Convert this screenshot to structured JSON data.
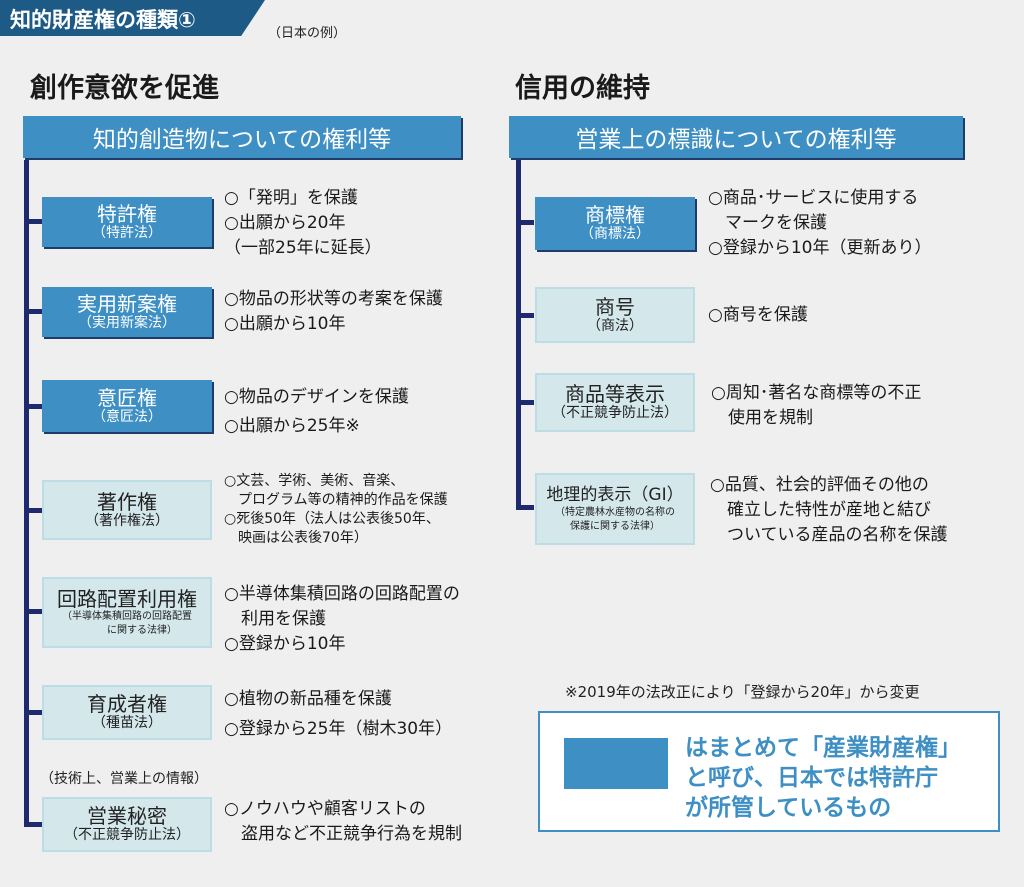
{
  "header": {
    "title": "知的財産権の種類①",
    "subtitle": "（日本の例）"
  },
  "left": {
    "section_title": "創作意欲を促進",
    "category": "知的創造物についての権利等",
    "items": [
      {
        "name": "特許権",
        "law": "（特許法）",
        "desc": "○「発明」を保護\n○出願から20年\n（一部25年に延長）",
        "industrial": true
      },
      {
        "name": "実用新案権",
        "law": "（実用新案法）",
        "desc": "○物品の形状等の考案を保護\n○出願から10年",
        "industrial": true
      },
      {
        "name": "意匠権",
        "law": "（意匠法）",
        "desc": "○物品のデザインを保護\n○出願から25年※",
        "industrial": true
      },
      {
        "name": "著作権",
        "law": "（著作権法）",
        "desc": "○文芸、学術、美術、音楽、\n　プログラム等の精神的作品を保護\n○死後50年（法人は公表後50年、\n　映画は公表後70年）",
        "industrial": false
      },
      {
        "name": "回路配置利用権",
        "law": "（半導体集積回路の回路配置\n　　　に関する法律）",
        "desc": "○半導体集積回路の回路配置の\n　利用を保護\n○登録から10年",
        "industrial": false
      },
      {
        "name": "育成者権",
        "law": "（種苗法）",
        "desc": "○植物の新品種を保護\n○登録から25年（樹木30年）",
        "industrial": false
      },
      {
        "name": "営業秘密",
        "law": "（不正競争防止法）",
        "desc": "○ノウハウや顧客リストの\n　盗用など不正競争行為を規制",
        "industrial": false,
        "label": "（技術上、営業上の情報）"
      }
    ]
  },
  "right": {
    "section_title": "信用の維持",
    "category": "営業上の標識についての権利等",
    "items": [
      {
        "name": "商標権",
        "law": "（商標法）",
        "desc": "○商品･サービスに使用する\n　マークを保護\n○登録から10年（更新あり）",
        "industrial": true
      },
      {
        "name": "商号",
        "law": "（商法）",
        "desc": "○商号を保護",
        "industrial": false
      },
      {
        "name": "商品等表示",
        "law": "（不正競争防止法）",
        "desc": "○周知･著名な商標等の不正\n　使用を規制",
        "industrial": false
      },
      {
        "name": "地理的表示（GI）",
        "law": "（特定農林水産物の名称の\n保護に関する法律）",
        "desc": "○品質、社会的評価その他の\n　確立した特性が産地と結び\n　ついている産品の名称を保護",
        "industrial": false
      }
    ]
  },
  "note": "※2019年の法改正により「登録から20年」から変更",
  "legend": {
    "text": "はまとめて「産業財産権」\nと呼び、日本では特許庁\nが所管しているもの"
  },
  "colors": {
    "header": "#1e5a86",
    "industrial": "#3d8fc4",
    "other_box": "#d4e8ec",
    "tree_line": "#1f2a6e"
  }
}
